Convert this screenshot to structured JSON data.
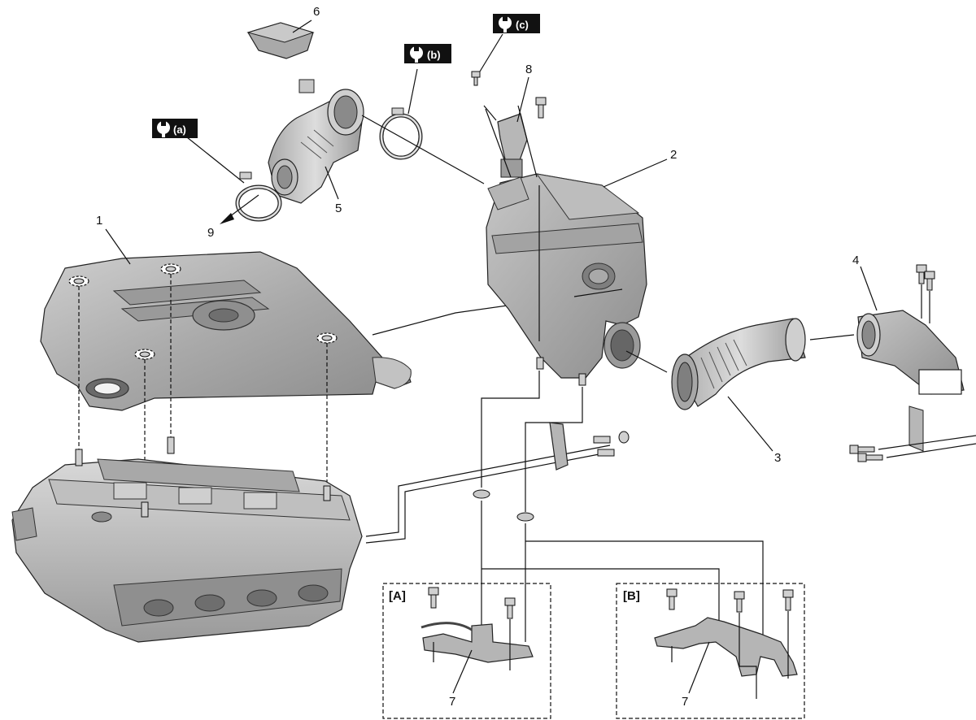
{
  "callouts": {
    "c1": "1",
    "c2": "2",
    "c3": "3",
    "c4": "4",
    "c5": "5",
    "c6": "6",
    "c7a": "7",
    "c7b": "7",
    "c8": "8",
    "c9": "9"
  },
  "detail_views": {
    "a": "[A]",
    "b": "[B]"
  },
  "torque_tags": {
    "a": "(a)",
    "b": "(b)",
    "c": "(c)"
  },
  "icons": {
    "torque": "wrench-icon",
    "direction": "arrow-icon"
  },
  "colors": {
    "part_fill": "#b9b9b9",
    "part_dark": "#8c8c8c",
    "part_light": "#dcdcdc",
    "line": "#111111",
    "tag_bg": "#111111"
  }
}
